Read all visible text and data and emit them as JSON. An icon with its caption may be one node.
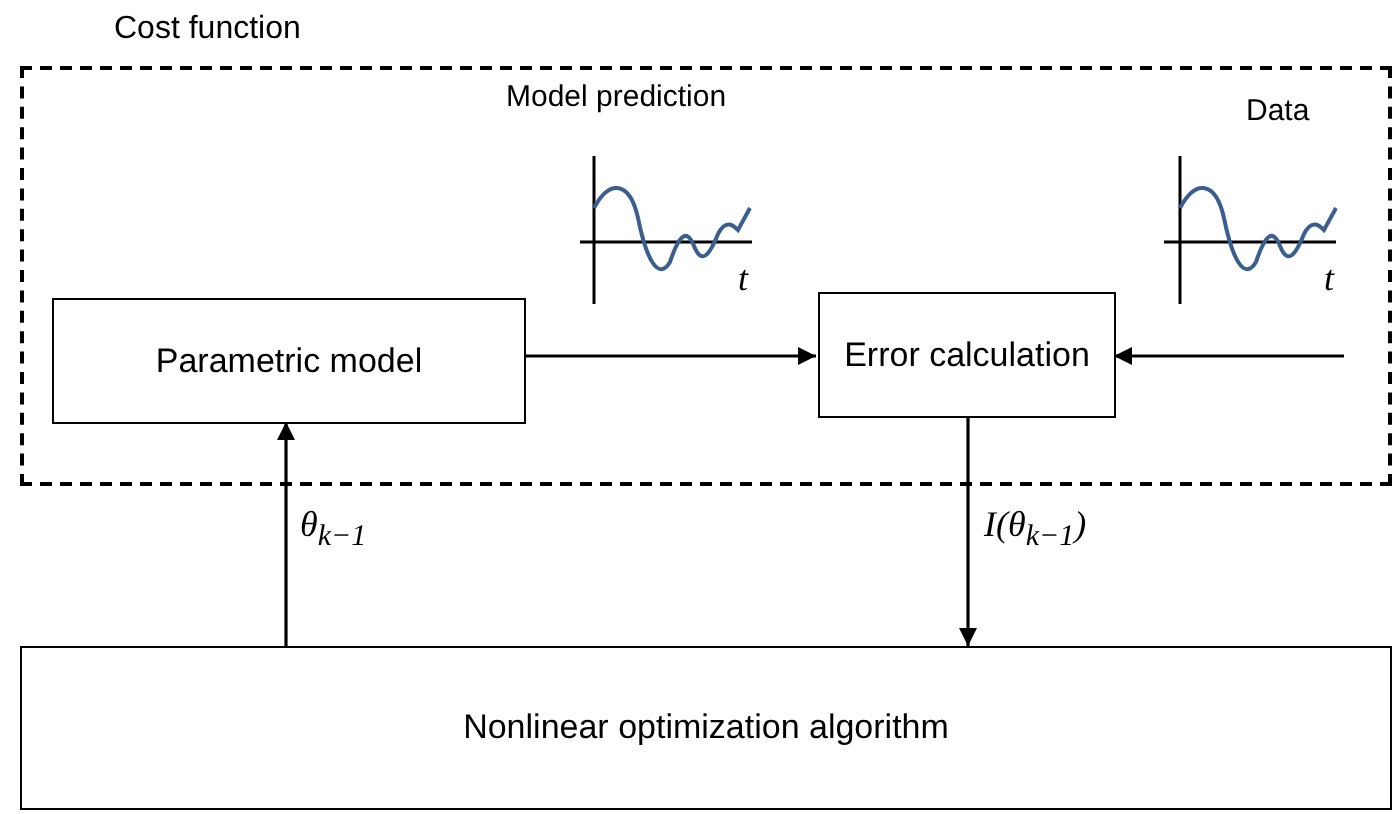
{
  "diagram": {
    "nodes": [
      {
        "text": [
          "Cost function"
        ]
      },
      {
        "text": [
          "Parametric model"
        ],
        "in": 0
      },
      {
        "text": [
          "Error calculation"
        ],
        "in": 0
      },
      {
        "text": [
          "Nonlinear optimization algorithm"
        ]
      }
    ],
    "edges": [
      {
        "from": 1,
        "to": 2,
        "arrow": "to"
      },
      {
        "from": null,
        "to": 2,
        "arrow": "to"
      },
      {
        "from": 2,
        "to": 3,
        "arrow": "to",
        "label": "I(θ$_{k−1}$)"
      },
      {
        "from": 3,
        "to": 1,
        "arrow": "to",
        "label": "θ$_{k−1}$"
      }
    ],
    "labels": [
      "Model prediction",
      "t",
      "Data",
      "t"
    ]
  }
}
